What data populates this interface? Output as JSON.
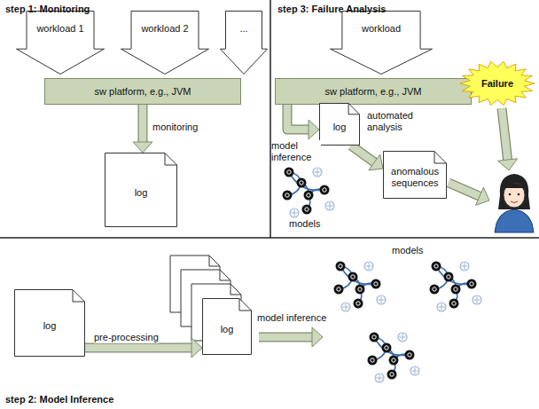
{
  "diagram": {
    "nodes": [
      {
        "text": [
          "workload 1"
        ]
      },
      {
        "text": [
          "workload 2"
        ]
      },
      {
        "text": [
          "..."
        ]
      },
      {
        "text": [
          "sw platform, e.g., JVM"
        ]
      },
      {
        "text": [
          "log"
        ]
      },
      {
        "text": [
          "workload"
        ]
      },
      {
        "text": [
          "sw platform, e.g., JVM"
        ]
      },
      {
        "text": [
          "Failure"
        ]
      },
      {
        "text": [
          "log"
        ]
      },
      {
        "text": [
          "anomalous sequences"
        ]
      },
      {
        "text": [
          "log"
        ]
      },
      {
        "text": [
          "log"
        ]
      }
    ],
    "edges": [
      {
        "from": 3,
        "to": 4,
        "arrow": "to",
        "label": "monitoring"
      },
      {
        "from": 6,
        "to": 8,
        "arrow": "to",
        "label": "model inference"
      },
      {
        "from": 8,
        "to": 9,
        "arrow": "to",
        "label": "automated analysis"
      },
      {
        "from": 10,
        "to": 11,
        "arrow": "to",
        "label": "pre-processing"
      }
    ],
    "labels": [
      "step 1: Monitoring",
      "step 3: Failure Analysis",
      "models",
      "model inference",
      "models",
      "step 2: Model Inference"
    ]
  }
}
